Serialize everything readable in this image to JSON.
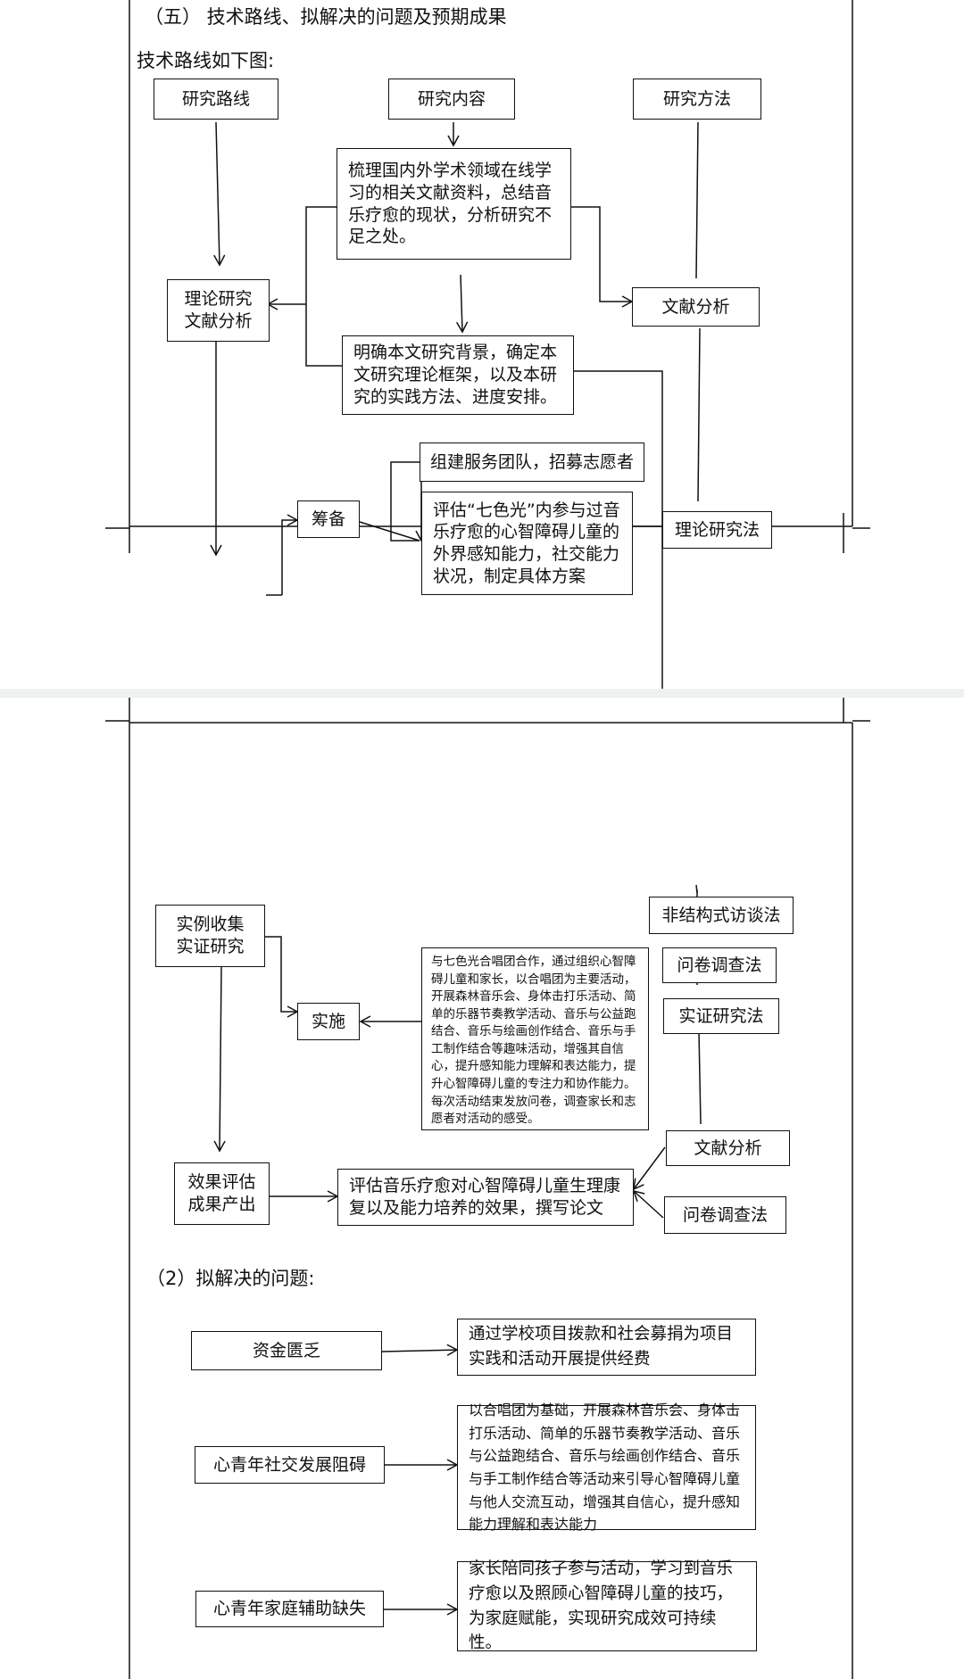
{
  "page1": {
    "section_title": "（五） 技术路线、拟解决的问题及预期成果",
    "intro": "技术路线如下图:",
    "boxes": {
      "research_route": "研究路线",
      "research_content": "研究内容",
      "research_method": "研究方法",
      "literature_review": "梳理国内外学术领域在线学习的相关文献资料，总结音乐疗愈的现状，分析研究不足之处。",
      "theory_research": "理论研究\n文献分析",
      "literature_analysis": "文献分析",
      "clarify_background": "明确本文研究背景，确定本文研究理论框架，以及本研究的实践方法、进度安排。",
      "build_team": "组建服务团队，招募志愿者",
      "preparation": "筹备",
      "evaluate_children": "评估“七色光”内参与过音乐疗愈的心智障碍儿童的外界感知能力，社交能力状况，制定具体方案",
      "theory_method": "理论研究法"
    }
  },
  "page2": {
    "boxes": {
      "case_collection": "实例收集\n实证研究",
      "unstructured_interview": "非结构式访谈法",
      "questionnaire_1": "问卷调查法",
      "implementation": "实施",
      "activity_details": "与七色光合唱团合作，通过组织心智障碍儿童和家长，以合唱团为主要活动，开展森林音乐会、身体击打乐活动、简单的乐器节奏教学活动、音乐与公益跑结合、音乐与绘画创作结合、音乐与手工制作结合等趣味活动，增强其自信心，提升感知能力理解和表达能力，提升心智障碍儿童的专注力和协作能力。\n每次活动结束发放问卷，调查家长和志愿者对活动的感受。",
      "empirical_method": "实证研究法",
      "literature_analysis_2": "文献分析",
      "effect_evaluation": "效果评估\n成果产出",
      "evaluate_effect": "评估音乐疗愈对心智障碍儿童生理康复以及能力培养的效果，撰写论文",
      "questionnaire_2": "问卷调查法"
    },
    "problems_title": "（2）拟解决的问题:",
    "problems": [
      {
        "issue": "资金匮乏",
        "solution": "通过学校项目拨款和社会募捐为项目实践和活动开展提供经费"
      },
      {
        "issue": "心青年社交发展阻碍",
        "solution": "以合唱团为基础，开展森林音乐会、身体击打乐活动、简单的乐器节奏教学活动、音乐与公益跑结合、音乐与绘画创作结合、音乐与手工制作结合等活动来引导心智障碍儿童与他人交流互动，增强其自信心，提升感知能力理解和表达能力"
      },
      {
        "issue": "心青年家庭辅助缺失",
        "solution": "家长陪同孩子参与活动，学习到音乐疗愈以及照顾心智障碍儿童的技巧，为家庭赋能，实现研究成效可持续性。"
      }
    ]
  }
}
